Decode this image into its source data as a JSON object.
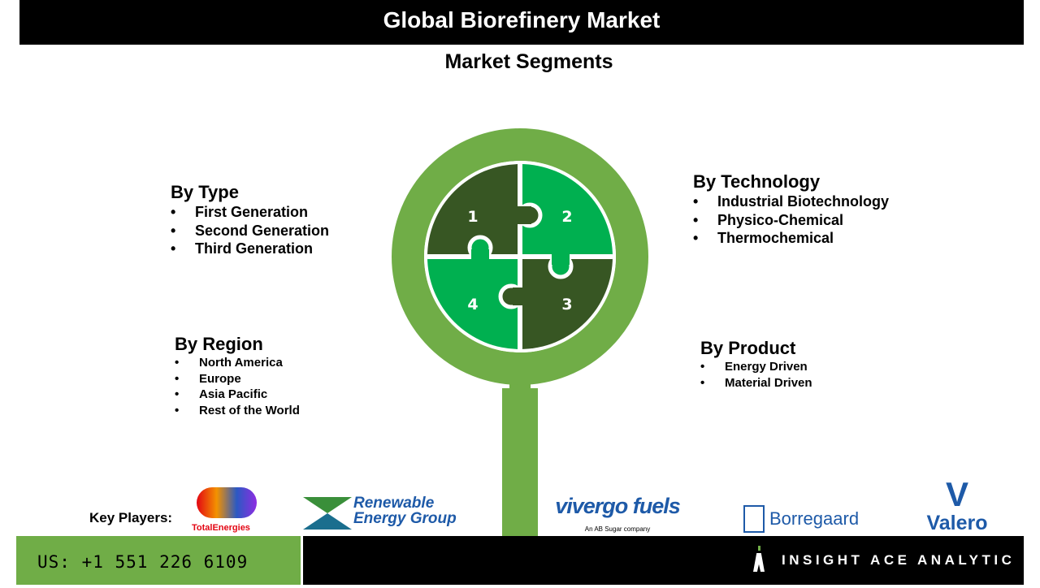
{
  "header": {
    "title": "Global Biorefinery Market",
    "subtitle": "Market Segments"
  },
  "segments": {
    "type": {
      "title": "By Type",
      "items": [
        "First Generation",
        "Second Generation",
        "Third Generation"
      ]
    },
    "technology": {
      "title": "By Technology",
      "items": [
        "Industrial Biotechnology",
        "Physico-Chemical",
        "Thermochemical"
      ]
    },
    "region": {
      "title": "By Region",
      "items": [
        "North America",
        "Europe",
        "Asia Pacific",
        "Rest of the World"
      ]
    },
    "product": {
      "title": "By Product",
      "items": [
        "Energy Driven",
        "Material Driven"
      ]
    }
  },
  "puzzle": {
    "labels": [
      "1",
      "2",
      "3",
      "4"
    ],
    "colors": {
      "ring": "#70ad47",
      "dark": "#375623",
      "light": "#00b050"
    }
  },
  "key_players": {
    "label": "Key Players:",
    "logos": [
      "TotalEnergies",
      "Renewable Energy Group",
      "vivergo fuels",
      "An AB Sugar company",
      "Borregaard",
      "Valero"
    ]
  },
  "footer": {
    "phone": "US: +1 551 226 6109",
    "brand": "INSIGHT ACE ANALYTIC"
  }
}
